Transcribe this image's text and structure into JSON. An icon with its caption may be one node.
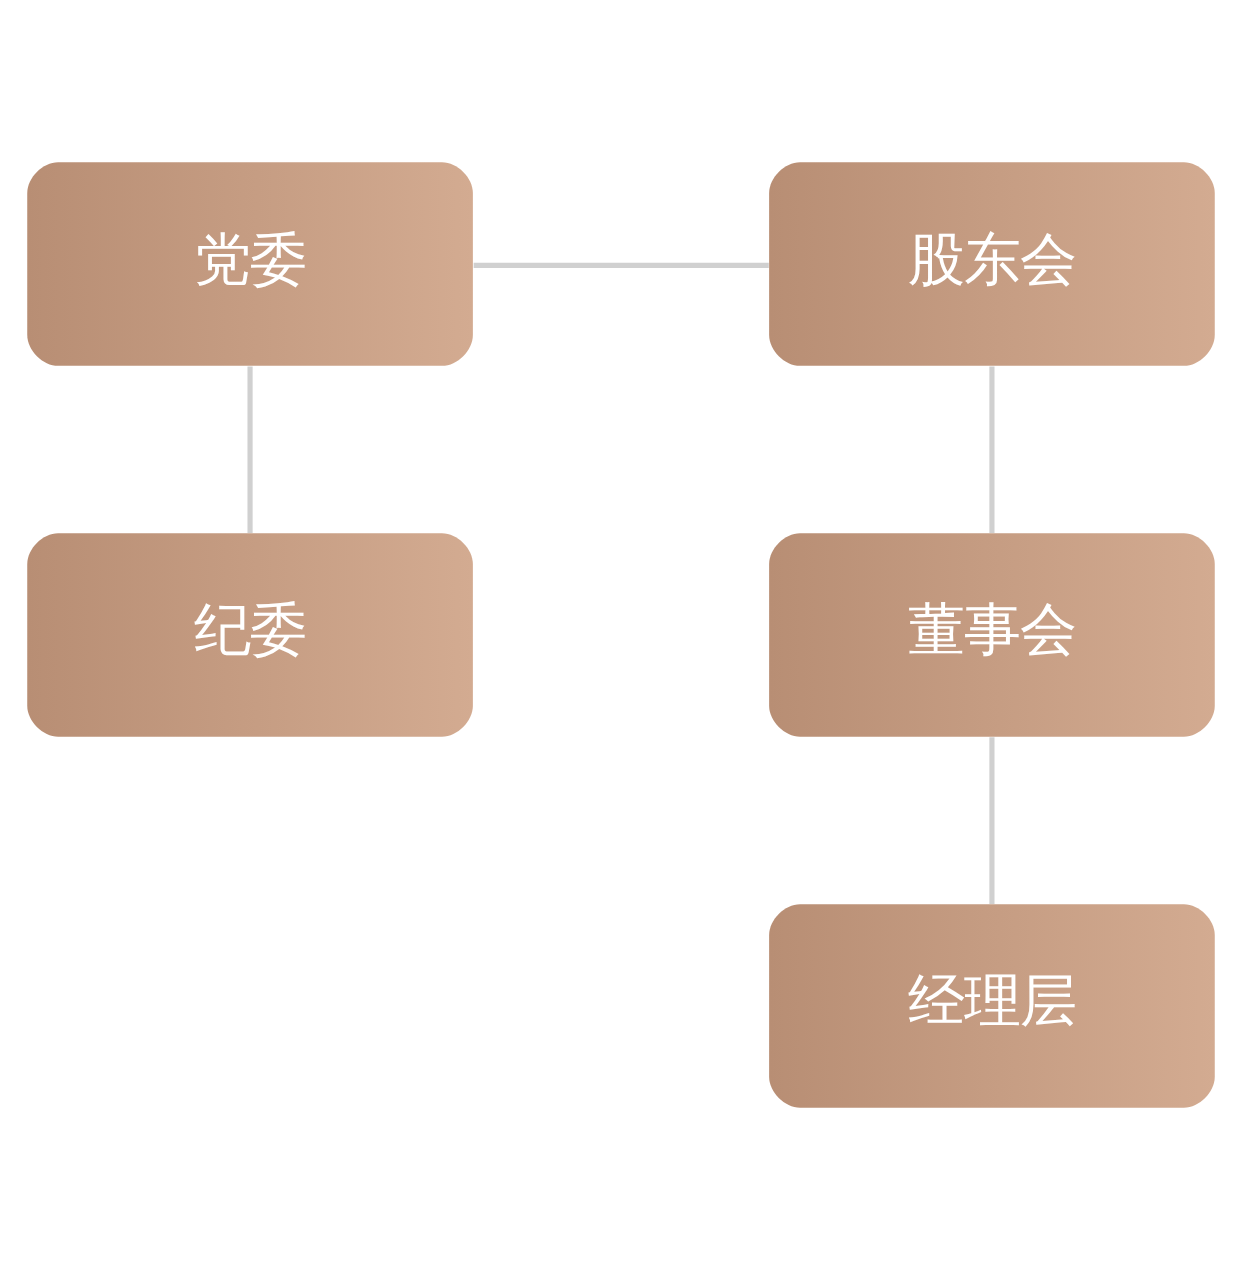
{
  "diagram": {
    "nodes": [
      {
        "text": [
          "党委"
        ]
      },
      {
        "text": [
          "纪委"
        ]
      },
      {
        "text": [
          "股东会"
        ]
      },
      {
        "text": [
          "董事会"
        ]
      },
      {
        "text": [
          "经理层"
        ]
      }
    ],
    "edges": [
      {
        "from": 0,
        "to": 2,
        "arrow": "none"
      },
      {
        "from": 0,
        "to": 1,
        "arrow": "none"
      },
      {
        "from": 2,
        "to": 3,
        "arrow": "none"
      },
      {
        "from": 3,
        "to": 4,
        "arrow": "none"
      }
    ]
  }
}
